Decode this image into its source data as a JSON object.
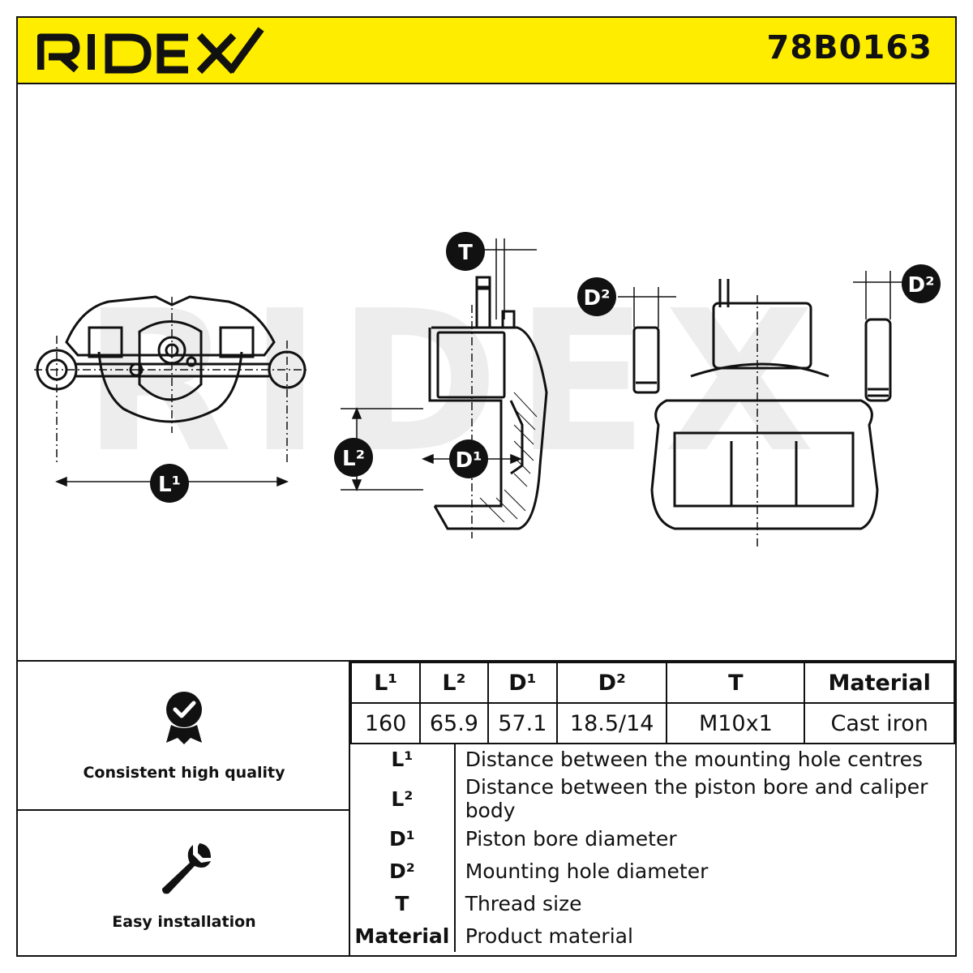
{
  "brand": "RIDEX",
  "part_number": "78B0163",
  "watermark": "RIDEX",
  "colors": {
    "header_bg": "#ffed00",
    "ink": "#111111",
    "badge": "#111111"
  },
  "dimension_labels": {
    "l1": "L¹",
    "l2": "L²",
    "d1": "D¹",
    "d2": "D²",
    "t": "T"
  },
  "features": [
    {
      "label": "Consistent high quality",
      "icon": "quality-badge-icon"
    },
    {
      "label": "Easy installation",
      "icon": "wrench-icon"
    }
  ],
  "spec_table": {
    "headers": [
      "L¹",
      "L²",
      "D¹",
      "D²",
      "T",
      "Material"
    ],
    "values": [
      "160",
      "65.9",
      "57.1",
      "18.5/14",
      "M10x1",
      "Cast iron"
    ]
  },
  "legend": [
    {
      "key": "L¹",
      "desc": "Distance between the mounting hole centres"
    },
    {
      "key": "L²",
      "desc": "Distance between the piston bore and caliper body"
    },
    {
      "key": "D¹",
      "desc": "Piston bore diameter"
    },
    {
      "key": "D²",
      "desc": "Mounting hole diameter"
    },
    {
      "key": "T",
      "desc": "Thread size"
    },
    {
      "key": "Material",
      "desc": "Product material"
    }
  ]
}
